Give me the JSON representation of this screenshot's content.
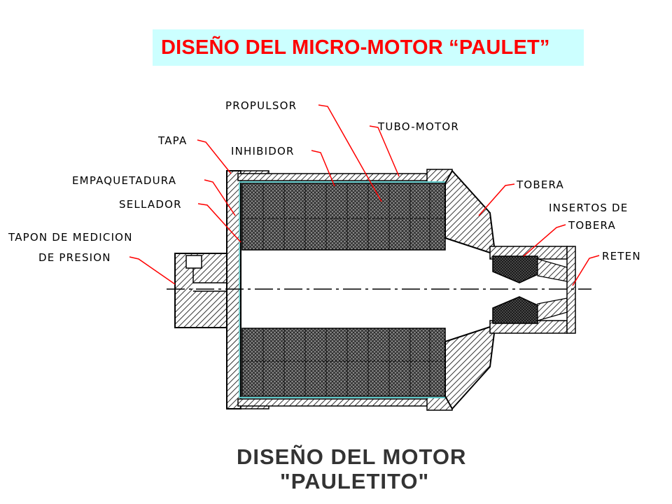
{
  "slide_title": "DISEÑO DEL MICRO-MOTOR “PAULET”",
  "labels": {
    "propulsor": "PROPULSOR",
    "tubo_motor": "TUBO-MOTOR",
    "tapa": "TAPA",
    "inhibidor": "INHIBIDOR",
    "empaquetadura": "EMPAQUETADURA",
    "sellador": "SELLADOR",
    "tapon_line1": "TAPON DE MEDICION",
    "tapon_line2": "DE PRESION",
    "tobera": "TOBERA",
    "insertos_line1": "INSERTOS DE",
    "insertos_line2": "TOBERA",
    "reten": "RETEN"
  },
  "caption": {
    "line1": "DISEÑO DEL MOTOR",
    "line2": "\"PAULETITO\""
  },
  "colors": {
    "title_text": "#ff0000",
    "title_background": "#ccffff",
    "leader_lines": "#ff0000",
    "inhibitor_line": "#5fc8c8"
  }
}
